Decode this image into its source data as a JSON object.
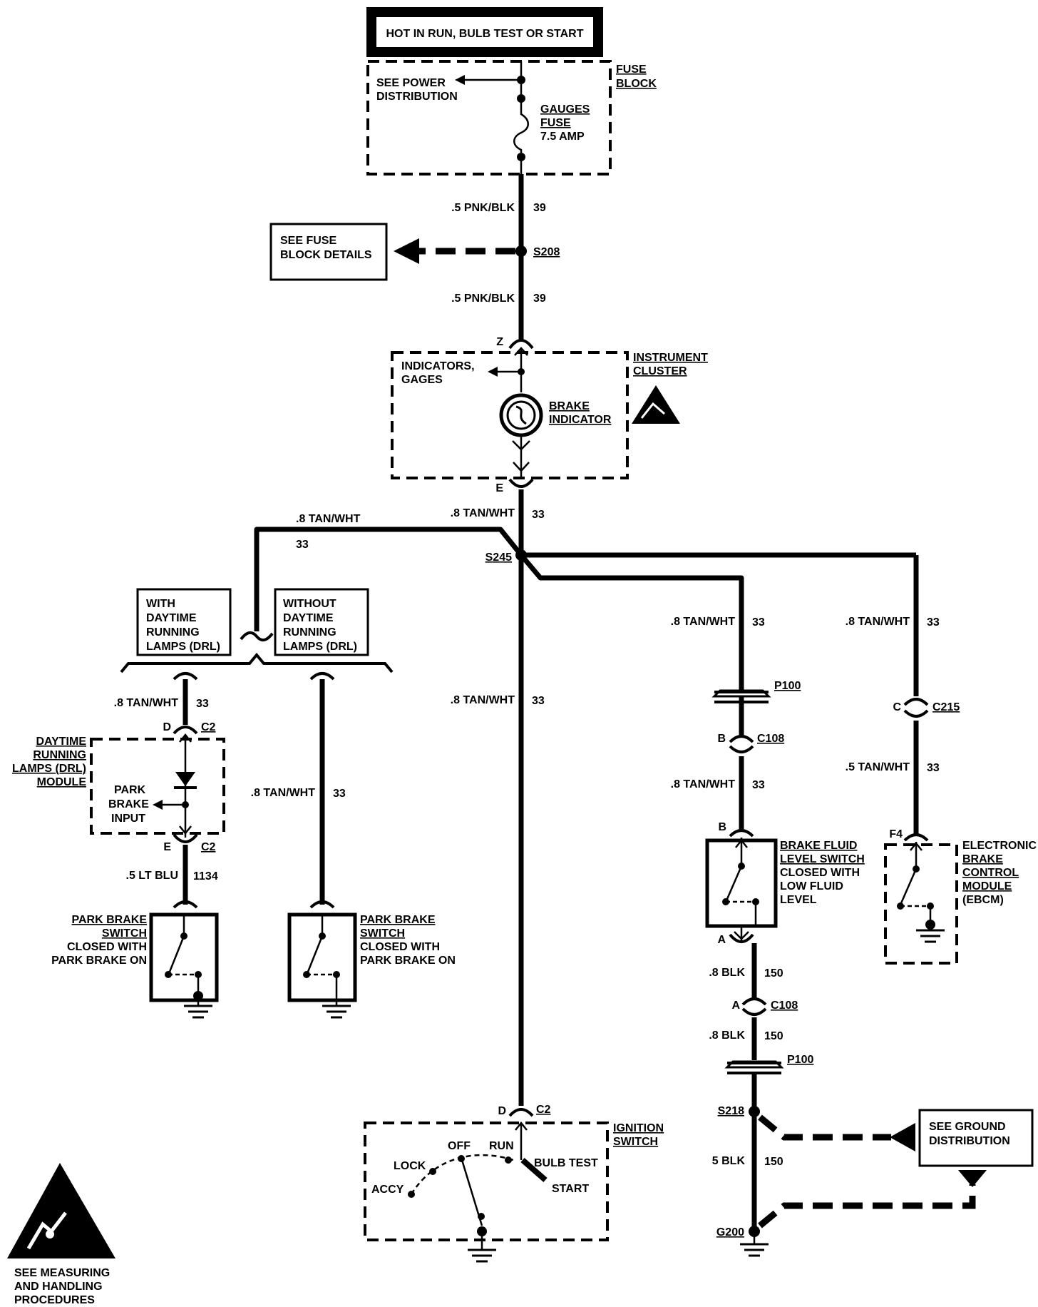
{
  "header": {
    "power_source": "HOT IN RUN, BULB TEST OR START"
  },
  "fuse_block": {
    "label_1": "FUSE",
    "label_2": "BLOCK",
    "see_power_1": "SEE POWER",
    "see_power_2": "DISTRIBUTION",
    "fuse_1": "GAUGES",
    "fuse_2": "FUSE",
    "fuse_3": "7.5 AMP"
  },
  "wires": {
    "pnk_blk": ".5 PNK/BLK",
    "pnk_blk_circuit": "39",
    "tan_wht": ".8 TAN/WHT",
    "tan_wht_small": ".5 TAN/WHT",
    "tan_wht_circuit": "33",
    "lt_blu": ".5 LT BLU",
    "lt_blu_circuit": "1134",
    "blk": ".8 BLK",
    "blk_5": "5 BLK",
    "blk_circuit": "150"
  },
  "splices": {
    "s208": "S208",
    "s245": "S245",
    "s218": "S218",
    "g200": "G200"
  },
  "see_fuse_block": {
    "line_1": "SEE FUSE",
    "line_2": "BLOCK DETAILS"
  },
  "instrument_cluster": {
    "label_1": "INSTRUMENT",
    "label_2": "CLUSTER",
    "indicators_1": "INDICATORS,",
    "indicators_2": "GAGES",
    "brake_1": "BRAKE",
    "brake_2": "INDICATOR",
    "pin_top": "Z",
    "pin_bottom": "E"
  },
  "drl_options": {
    "with_1": "WITH",
    "with_2": "DAYTIME",
    "with_3": "RUNNING",
    "with_4": "LAMPS (DRL)",
    "without_1": "WITHOUT",
    "without_2": "DAYTIME",
    "without_3": "RUNNING",
    "without_4": "LAMPS (DRL)"
  },
  "drl_module": {
    "label_1": "DAYTIME",
    "label_2": "RUNNING",
    "label_3": "LAMPS (DRL)",
    "label_4": "MODULE",
    "input_1": "PARK",
    "input_2": "BRAKE",
    "input_3": "INPUT",
    "pin_d": "D",
    "pin_e": "E",
    "connector": "C2"
  },
  "park_brake_switch": {
    "line_1": "PARK BRAKE",
    "line_2": "SWITCH",
    "line_3": "CLOSED WITH",
    "line_4": "PARK BRAKE ON"
  },
  "connectors": {
    "p100": "P100",
    "c108": "C108",
    "c215": "C215",
    "c2": "C2",
    "pin_b": "B",
    "pin_a": "A",
    "pin_c": "C",
    "pin_d": "D",
    "pin_f4": "F4"
  },
  "brake_fluid_switch": {
    "line_1": "BRAKE FLUID",
    "line_2": "LEVEL SWITCH",
    "line_3": "CLOSED WITH",
    "line_4": "LOW FLUID",
    "line_5": "LEVEL"
  },
  "ebcm": {
    "line_1": "ELECTRONIC",
    "line_2": "BRAKE",
    "line_3": "CONTROL",
    "line_4": "MODULE",
    "line_5": "(EBCM)"
  },
  "ignition_switch": {
    "label_1": "IGNITION",
    "label_2": "SWITCH",
    "off": "OFF",
    "run": "RUN",
    "lock": "LOCK",
    "accy": "ACCY",
    "bulb_test": "BULB TEST",
    "start": "START"
  },
  "see_ground": {
    "line_1": "SEE GROUND",
    "line_2": "DISTRIBUTION"
  },
  "esd_notice": {
    "line_1": "SEE MEASURING",
    "line_2": "AND HANDLING",
    "line_3": "PROCEDURES"
  }
}
